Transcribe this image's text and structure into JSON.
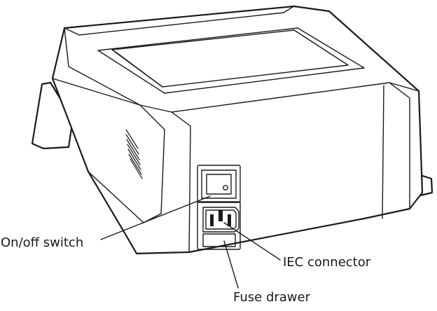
{
  "labels": {
    "on_off_switch": "On/off switch",
    "iec_connector": "IEC connector",
    "fuse_drawer": "Fuse drawer"
  },
  "colors": {
    "line": "#1a1a1a",
    "background": "#ffffff"
  }
}
